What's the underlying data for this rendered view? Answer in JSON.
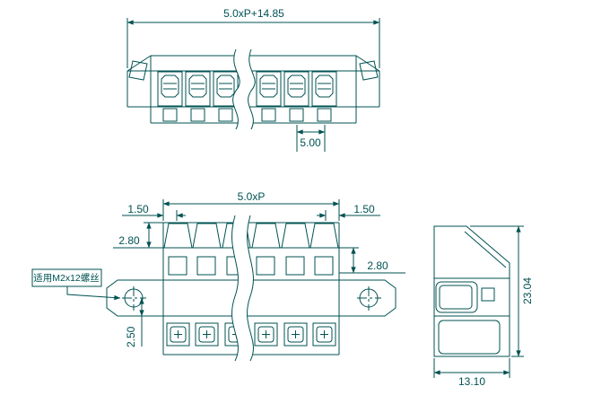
{
  "theme": {
    "line": "#005252",
    "bg": "#ffffff"
  },
  "views": {
    "front": {
      "dim_total_width": "5.0xP+14.85",
      "dim_pitch": "5.00"
    },
    "plan": {
      "dim_width": "5.0xP",
      "dim_margin_left": "1.50",
      "dim_margin_right": "1.50",
      "dim_height_left": "2.80",
      "dim_height_right": "2.80",
      "dim_mount_offset": "2.50",
      "screw_note": "适用M2x12螺丝"
    },
    "side": {
      "dim_height": "23.04",
      "dim_depth": "13.10"
    }
  }
}
